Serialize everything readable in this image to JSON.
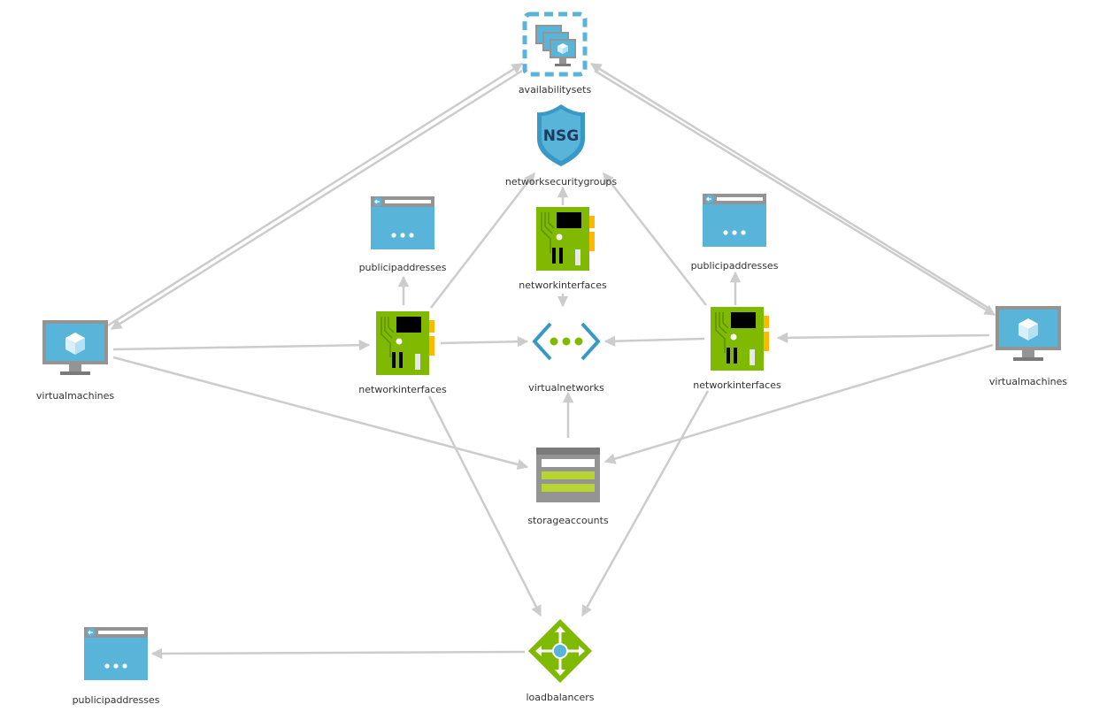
{
  "diagram": {
    "nodes": {
      "availabilitysets": {
        "label": "availabilitysets",
        "icon": "availability-set-icon"
      },
      "nsg": {
        "label": "networksecuritygroups",
        "icon": "nsg-shield-icon",
        "icon_text": "NSG"
      },
      "pip_left": {
        "label": "publicipaddresses",
        "icon": "public-ip-icon"
      },
      "nic_center": {
        "label": "networkinterfaces",
        "icon": "network-interface-icon"
      },
      "pip_right": {
        "label": "publicipaddresses",
        "icon": "public-ip-icon"
      },
      "vm_left": {
        "label": "virtualmachines",
        "icon": "virtual-machine-icon"
      },
      "nic_left": {
        "label": "networkinterfaces",
        "icon": "network-interface-icon"
      },
      "vnet": {
        "label": "virtualnetworks",
        "icon": "virtual-network-icon"
      },
      "nic_right": {
        "label": "networkinterfaces",
        "icon": "network-interface-icon"
      },
      "vm_right": {
        "label": "virtualmachines",
        "icon": "virtual-machine-icon"
      },
      "storage": {
        "label": "storageaccounts",
        "icon": "storage-account-icon"
      },
      "pip_bottom": {
        "label": "publicipaddresses",
        "icon": "public-ip-icon"
      },
      "lb": {
        "label": "loadbalancers",
        "icon": "load-balancer-icon"
      }
    },
    "edges": [
      {
        "from": "vm_left",
        "to": "availabilitysets"
      },
      {
        "from": "availabilitysets",
        "to": "vm_left"
      },
      {
        "from": "vm_right",
        "to": "availabilitysets"
      },
      {
        "from": "availabilitysets",
        "to": "vm_right"
      },
      {
        "from": "vm_left",
        "to": "nic_left"
      },
      {
        "from": "vm_left",
        "to": "storage"
      },
      {
        "from": "vm_right",
        "to": "nic_right"
      },
      {
        "from": "vm_right",
        "to": "storage"
      },
      {
        "from": "nic_left",
        "to": "pip_left"
      },
      {
        "from": "nic_left",
        "to": "nsg"
      },
      {
        "from": "nic_left",
        "to": "vnet"
      },
      {
        "from": "nic_left",
        "to": "lb"
      },
      {
        "from": "nic_right",
        "to": "pip_right"
      },
      {
        "from": "nic_right",
        "to": "nsg"
      },
      {
        "from": "nic_right",
        "to": "vnet"
      },
      {
        "from": "nic_right",
        "to": "lb"
      },
      {
        "from": "nic_center",
        "to": "nsg"
      },
      {
        "from": "nic_center",
        "to": "vnet"
      },
      {
        "from": "storage",
        "to": "vnet"
      },
      {
        "from": "lb",
        "to": "pip_bottom"
      }
    ],
    "colors": {
      "edge": "#cccccc",
      "azure_blue": "#59b4d9",
      "azure_blue_dark": "#3999c6",
      "green": "#7fba00",
      "green_dark": "#5e8f00",
      "gray": "#949494",
      "label": "#333333"
    }
  }
}
